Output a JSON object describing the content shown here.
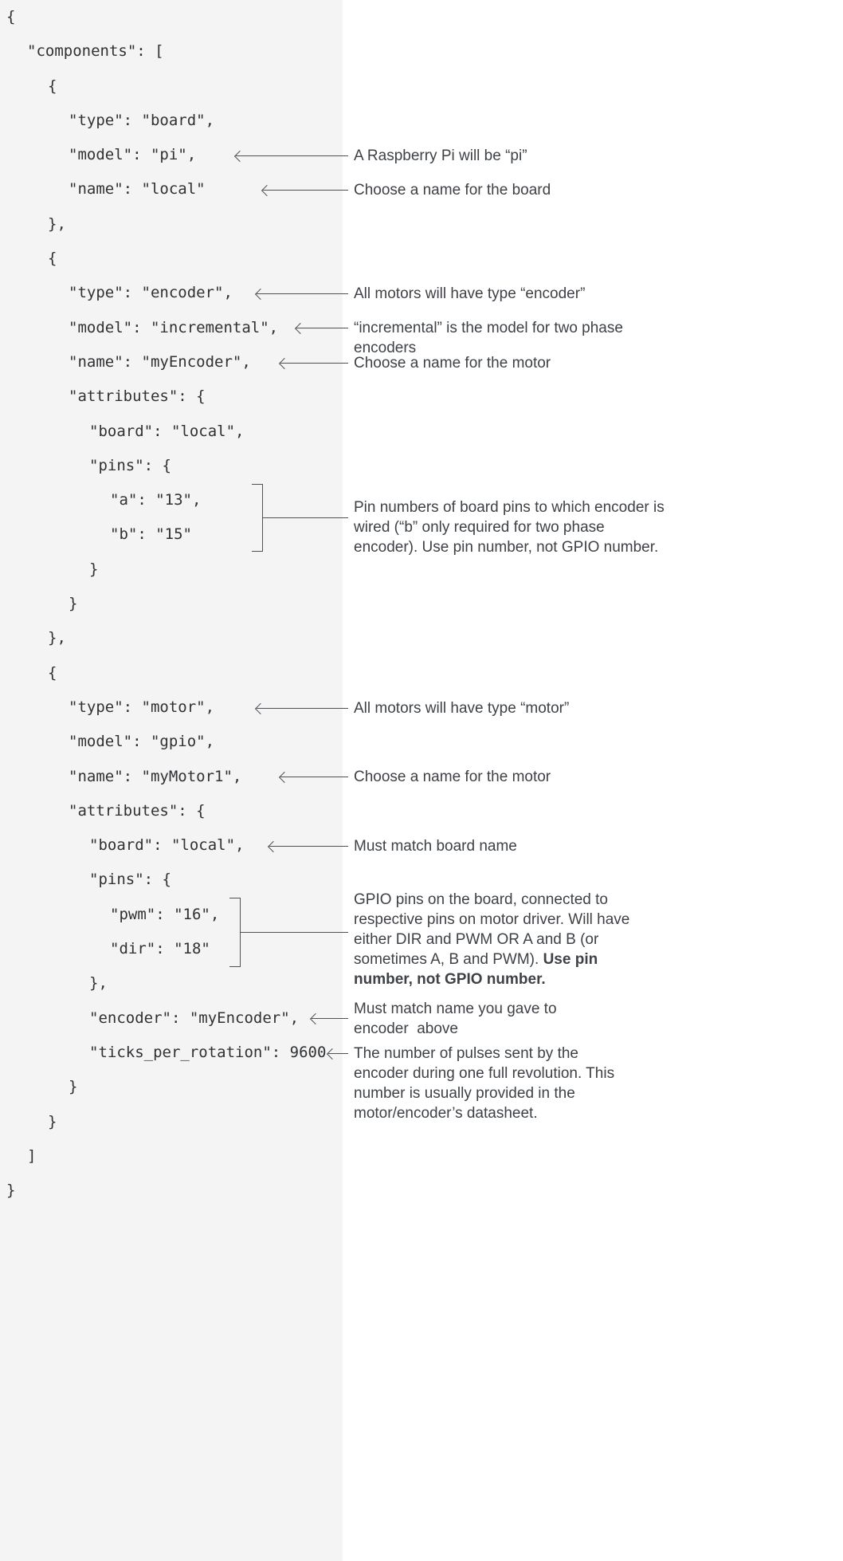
{
  "code": {
    "lines": [
      "{",
      "\"components\": [",
      "{",
      "\"type\": \"board\",",
      "\"model\": \"pi\",",
      "\"name\": \"local\"",
      "},",
      "{",
      "\"type\": \"encoder\",",
      "\"model\": \"incremental\",",
      "\"name\": \"myEncoder\",",
      "\"attributes\": {",
      "\"board\": \"local\",",
      "\"pins\": {",
      "\"a\": \"13\",",
      "\"b\": \"15\"",
      "}",
      "}",
      "},",
      "{",
      "\"type\": \"motor\",",
      "\"model\": \"gpio\",",
      "\"name\": \"myMotor1\",",
      "\"attributes\": {",
      "\"board\": \"local\",",
      "\"pins\": {",
      "\"pwm\": \"16\",",
      "\"dir\": \"18\"",
      "},",
      "\"encoder\": \"myEncoder\",",
      "\"ticks_per_rotation\": 9600",
      "}",
      "}",
      "]",
      "}"
    ]
  },
  "annotations": {
    "board_model": "A Raspberry Pi will be “pi”",
    "board_name": "Choose a name for the board",
    "encoder_type": "All motors will have type “encoder”",
    "encoder_model": "“incremental” is the model for two phase encoders",
    "encoder_name": "Choose a name for the motor",
    "encoder_pins": "Pin numbers of board pins to which encoder is wired (“b” only required for two phase encoder). Use pin number, not GPIO number.",
    "motor_type": "All motors will have type “motor”",
    "motor_name": "Choose a name for the motor",
    "motor_board": "Must match board name",
    "motor_pins": "GPIO pins on the board, connected to respective pins on motor driver. Will have either DIR and PWM OR A and B (or sometimes A, B and PWM). ",
    "motor_pins_bold": "Use pin number, not GPIO number.",
    "motor_encoder": "Must match name you gave to encoder  above",
    "ticks": "The number of pulses sent by the encoder during one full revolution. This number is usually provided in the motor/encoder’s datasheet."
  },
  "colors": {
    "panel_bg": "#f4f4f5",
    "code_text": "#2f3133",
    "annotation_text": "#3e4247",
    "arrow": "#4e5256"
  }
}
